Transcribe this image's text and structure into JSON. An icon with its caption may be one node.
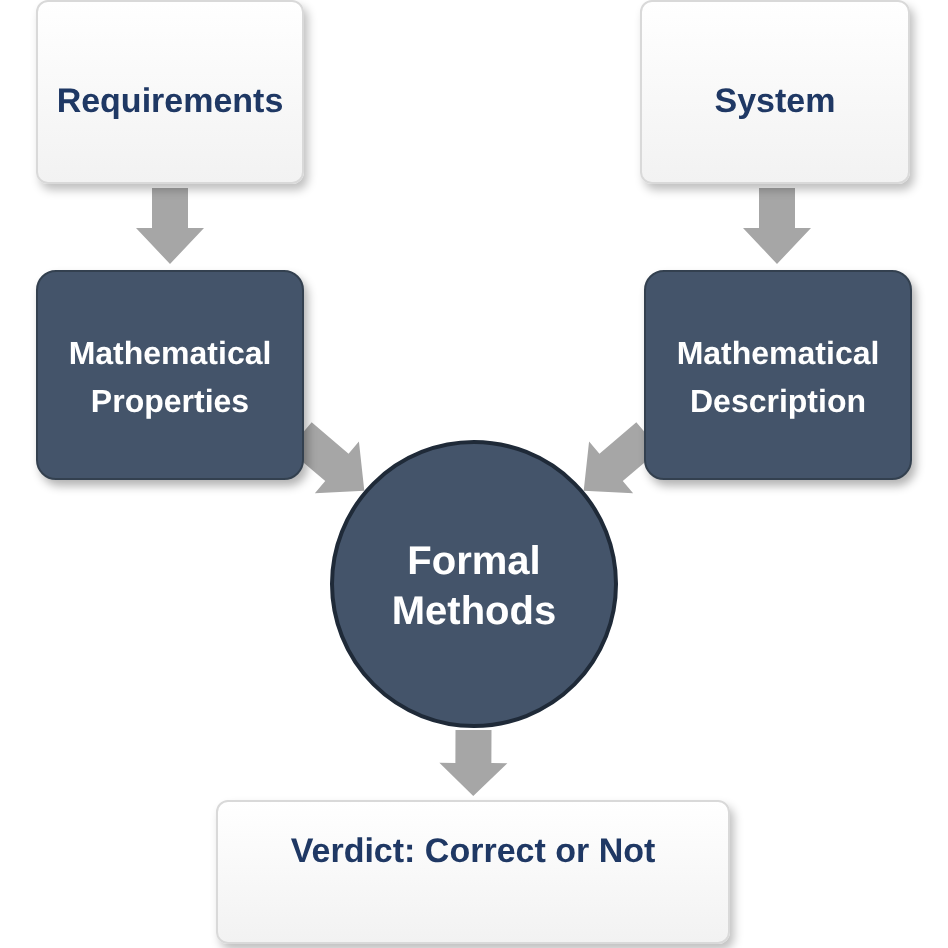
{
  "diagram": {
    "nodes": [
      {
        "text": [
          "Requirements"
        ]
      },
      {
        "text": [
          "System"
        ]
      },
      {
        "text": [
          "Mathematical Properties"
        ]
      },
      {
        "text": [
          "Mathematical Description"
        ]
      },
      {
        "text": [
          "Formal Methods"
        ]
      },
      {
        "text": [
          "Verdict: Correct or Not"
        ]
      }
    ],
    "edges": [
      {
        "from": 0,
        "to": 2,
        "arrow": "to"
      },
      {
        "from": 1,
        "to": 3,
        "arrow": "to"
      },
      {
        "from": 2,
        "to": 4,
        "arrow": "to"
      },
      {
        "from": 3,
        "to": 4,
        "arrow": "to"
      },
      {
        "from": 4,
        "to": 5,
        "arrow": "to"
      }
    ]
  }
}
